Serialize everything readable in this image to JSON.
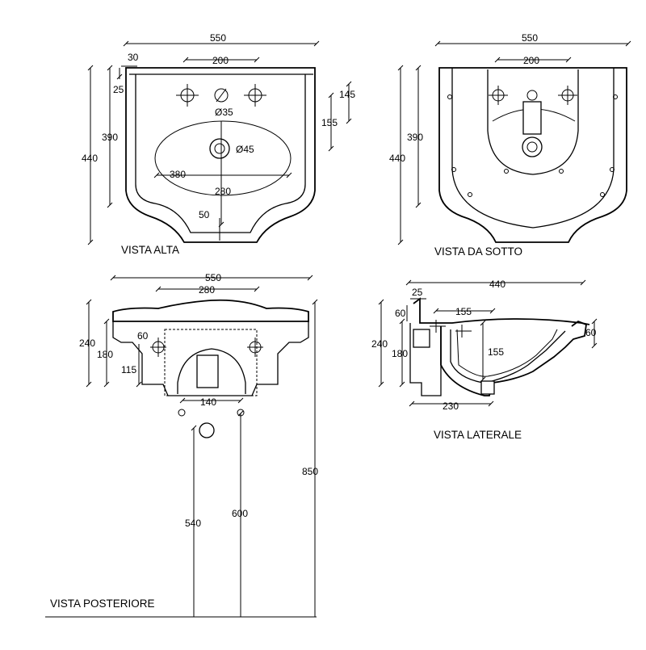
{
  "views": {
    "top": {
      "title": "VISTA ALTA",
      "dims": {
        "w550": "550",
        "w200": "200",
        "d30": "30",
        "d25": "25",
        "h390": "390",
        "h440": "440",
        "d145": "145",
        "d155": "155",
        "dia35": "Ø35",
        "dia45": "Ø45",
        "w380": "380",
        "d280": "280",
        "d50": "50"
      }
    },
    "bottom": {
      "title": "VISTA DA SOTTO",
      "dims": {
        "w550": "550",
        "w200": "200",
        "h390": "390",
        "h440": "440"
      }
    },
    "rear": {
      "title": "VISTA POSTERIORE",
      "dims": {
        "w550": "550",
        "w280": "280",
        "h240": "240",
        "h180": "180",
        "d60": "60",
        "d115": "115",
        "w140": "140",
        "h540": "540",
        "h600": "600",
        "h850": "850"
      }
    },
    "side": {
      "title": "VISTA LATERALE",
      "dims": {
        "w440": "440",
        "d25": "25",
        "d60a": "60",
        "w155": "155",
        "h240": "240",
        "h180": "180",
        "d155": "155",
        "d60b": "60",
        "w230": "230"
      }
    }
  }
}
